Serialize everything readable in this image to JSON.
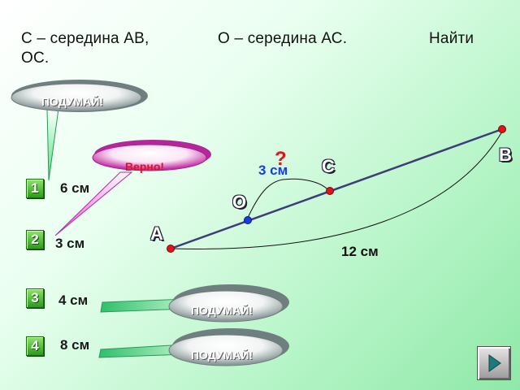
{
  "problem": {
    "part1": "С – середина АВ,",
    "part2": "О – середина АС.",
    "part3": "Найти",
    "part4": "ОС."
  },
  "hints": {
    "think": "ПОДУМАЙ!",
    "correct": "Верно!"
  },
  "options": [
    {
      "number": "1",
      "answer": "6 см"
    },
    {
      "number": "2",
      "answer": "3 см"
    },
    {
      "number": "3",
      "answer": "4 см"
    },
    {
      "number": "4",
      "answer": "8 см"
    }
  ],
  "figure": {
    "points": [
      "B",
      "C",
      "O",
      "A"
    ],
    "labels": {
      "B": "B",
      "C": "C",
      "O": "O",
      "A": "A"
    },
    "question_mark": "?",
    "oc_length": "3 см",
    "ab_length": "12 см"
  },
  "colors": {
    "segment": "#3d3d7a",
    "point_red": "#e0131b",
    "point_blue": "#1a3de0",
    "button_green": "#2e9a1c",
    "bubble_gray": "#7f8f8f",
    "bubble_pink": "#d93ab8",
    "correct_text": "#e0131b",
    "question": "#e0131b",
    "oc_text": "#1a3de0"
  },
  "nav": {
    "icon": "next-slide-icon"
  }
}
